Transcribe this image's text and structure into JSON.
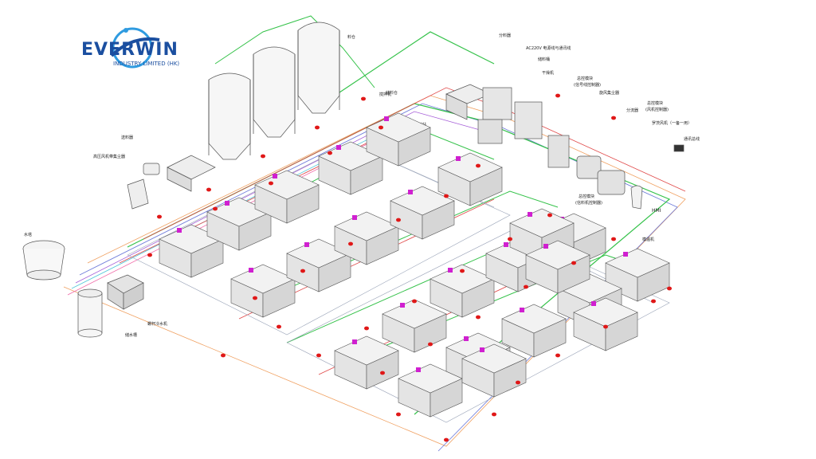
{
  "logo": {
    "word": "EVERWIN",
    "subtitle": "INDUSTRY LIMITED (HK)",
    "colors": {
      "primary": "#1b4fa0",
      "accent": "#2f9be0"
    }
  },
  "labels": {
    "silo": "料仓",
    "feeder": "送料器",
    "blower_collector": "高压风机带集尘器",
    "water_tank": "水塔",
    "chiller": "螺杆冷水机",
    "water_storage": "储水槽",
    "distributor_top": "分料器",
    "power_comm": "AC220V 电源线与通讯线",
    "mixing_station": "混料站",
    "storage_bin": "储料桶",
    "dryer": "干燥机",
    "mixer": "搅拌机",
    "central_control_1": "总控模块",
    "central_control_1_sub": "(信号线控制器)",
    "cyclone": "旋风集尘器",
    "distribution_valve": "分流器",
    "central_control_2": "总控模块",
    "central_control_2_sub": "(风机控制器)",
    "blower": "罗茨风机（一备一用）",
    "remote_io": "通讯总线",
    "hmi": "HMI",
    "station_ctrl": "总控模块",
    "station_ctrl_sub": "(信料机控制器)",
    "mold_temp": "模温机",
    "hopper_label": "储料仓"
  },
  "colors": {
    "green_line": "#35c24a",
    "red_line": "#e04848",
    "orange_line": "#f0a060",
    "blue_line": "#6a78d8",
    "purple_line": "#a65ed8",
    "cyan_line": "#52c8d8",
    "pink_line": "#f06aa8",
    "valve": "#e01818",
    "magenta": "#d020d0",
    "machine": "#555555"
  }
}
